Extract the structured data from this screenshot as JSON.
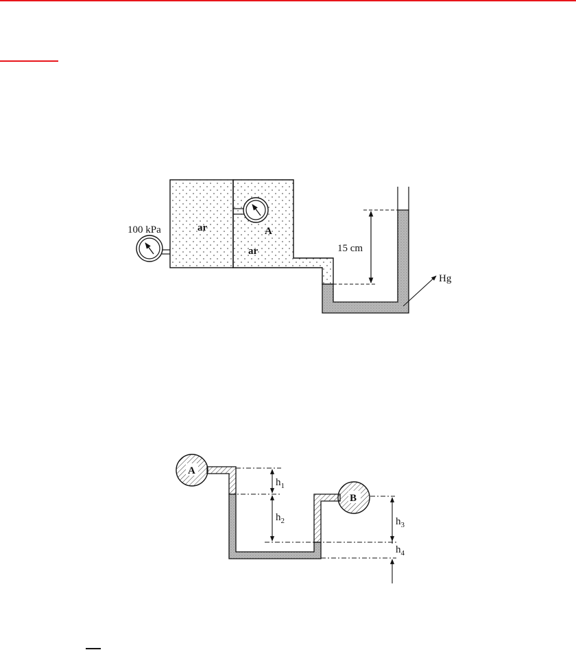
{
  "figure1": {
    "gauge_reading": "100 kPa",
    "left_chamber_label": "ar",
    "gauge_a_label": "A",
    "right_chamber_label": "ar",
    "height_label": "15 cm",
    "mercury_label": "Hg"
  },
  "figure2": {
    "tank_a_label": "A",
    "tank_b_label": "B",
    "h1": "h",
    "h1_sub": "1",
    "h2": "h",
    "h2_sub": "2",
    "h3": "h",
    "h3_sub": "3",
    "h4": "h",
    "h4_sub": "4"
  },
  "colors": {
    "accent_rule": "#e8151b",
    "ink": "#111111",
    "mercury_fill": "#b9b9b9"
  }
}
